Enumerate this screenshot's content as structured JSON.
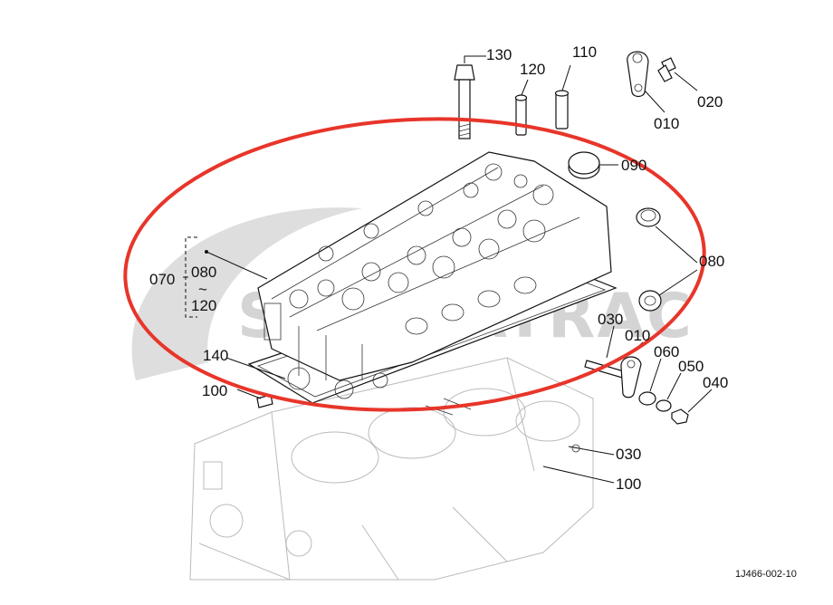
{
  "diagram": {
    "labels": {
      "p130": "130",
      "p120": "120",
      "p110": "110",
      "p010a": "010",
      "p020": "020",
      "p090": "090",
      "p080a": "080",
      "p070": "070",
      "p080b": "080",
      "p120b": "120",
      "tilde": "~",
      "p140": "140",
      "p100a": "100",
      "p030a": "030",
      "p010b": "010",
      "p060": "060",
      "p050": "050",
      "p040": "040",
      "p030b": "030",
      "p100b": "100"
    },
    "watermark": "STEPPATRAC",
    "figure_code": "1J466-002-10",
    "highlight_color": "#e8352a"
  }
}
